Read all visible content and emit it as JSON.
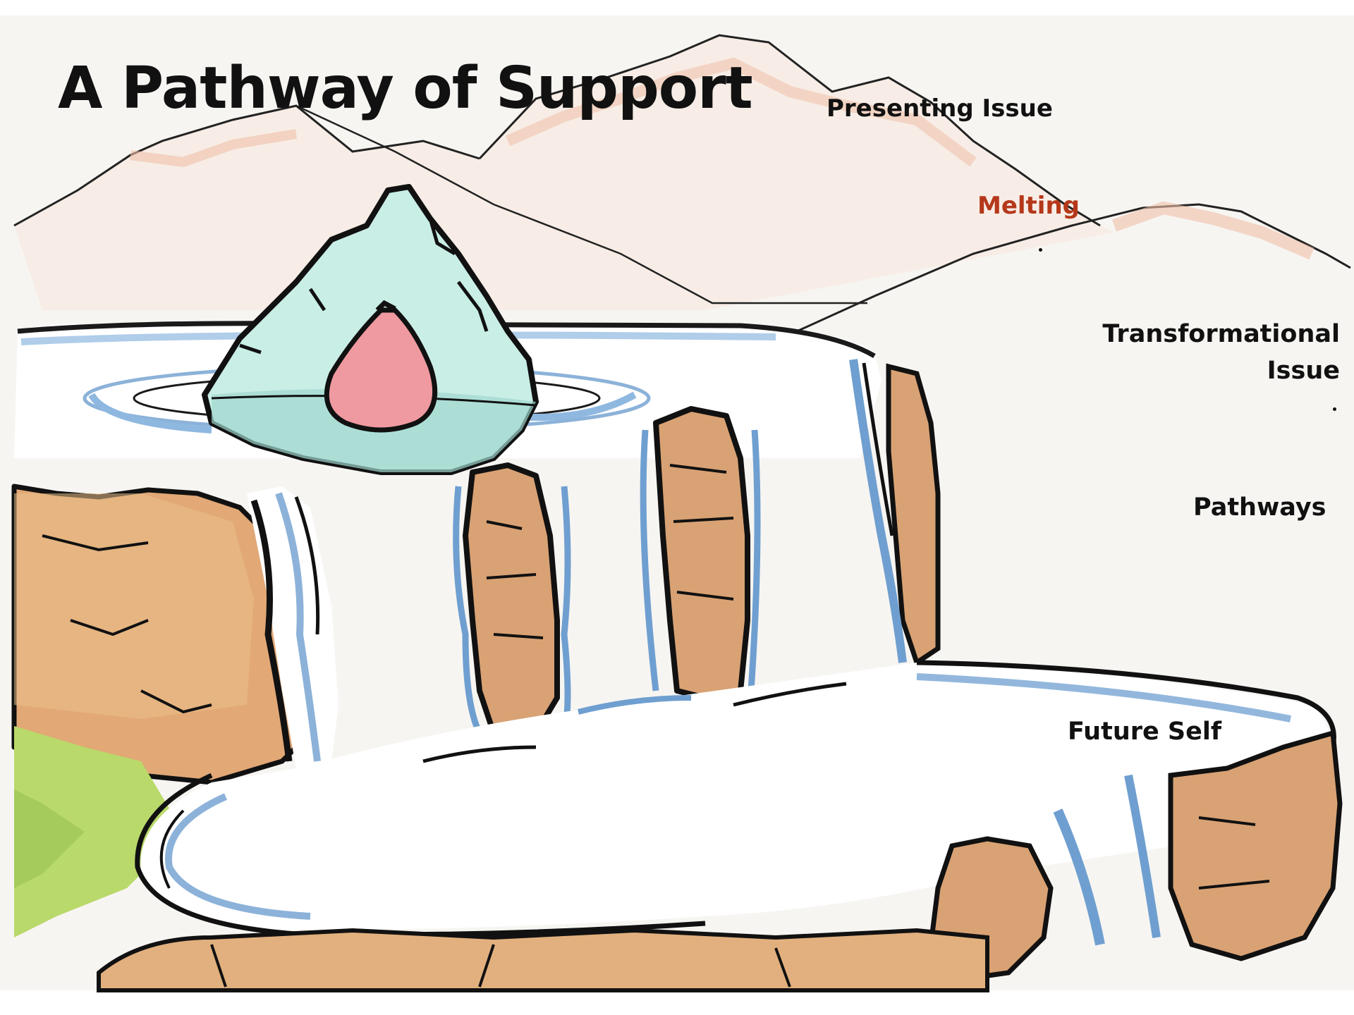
{
  "title": "A Pathway of Support",
  "labels": {
    "presenting_issue": "Presenting Issue",
    "melting": "Melting",
    "transformational_issue": "Transformational Issue",
    "pathways": "Pathways",
    "future_self": "Future Self"
  },
  "colors": {
    "melting": "#b5381a",
    "water": "#8fb8e0",
    "rock": "#d9a878",
    "iceberg": "#aee3da",
    "heart": "#e8828a",
    "mountain": "#f0c7b0",
    "grass": "#a7cf5c"
  }
}
